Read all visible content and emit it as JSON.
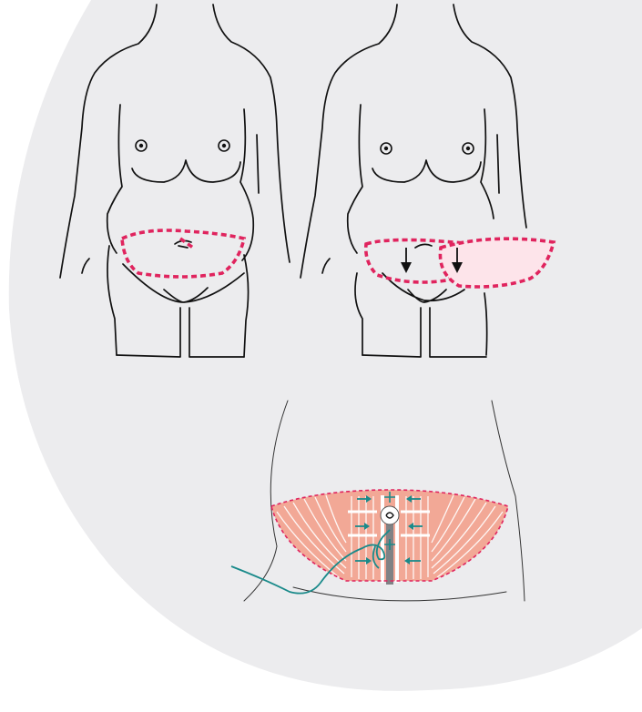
{
  "colors": {
    "background_disc": "#ececee",
    "outline": "#111111",
    "incision_dash": "#e0245e",
    "excised_skin_fill": "#fde4ea",
    "muscle": "#f2a896",
    "suture_and_arrows": "#1a8a8a",
    "linea_alba": "#808285"
  },
  "panels": [
    {
      "name": "preoperative-torso",
      "marking": "lower-abdominal-ellipse"
    },
    {
      "name": "skin-flap-pulled-down-torso",
      "marking": "excised-skin-flap"
    },
    {
      "name": "muscle-plication",
      "marking": "rectus-plication-with-suture"
    }
  ],
  "icons": [
    "nipple-icon",
    "navel-icon",
    "down-arrow-icon",
    "inward-arrow-icon"
  ]
}
